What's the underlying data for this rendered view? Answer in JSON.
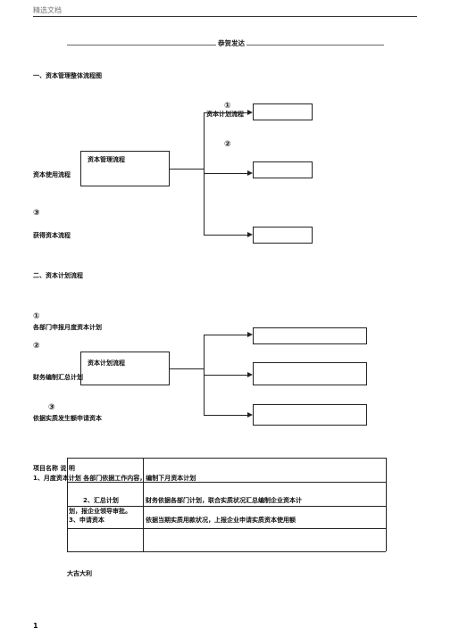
{
  "header": {
    "text": "精选文档"
  },
  "doc_title": "恭贺发达",
  "section1": {
    "heading": "一、资本管理整体流程图",
    "marker1": "①",
    "marker2": "②",
    "marker3": "③",
    "label_plan": "资本计划流程",
    "box_main": "资本管理流程",
    "label_use": "资本使用流程",
    "label_get": "获得资本流程"
  },
  "section2": {
    "heading": "二、资本计划流程",
    "marker1": "①",
    "step1": "各部门申报月度资本计划",
    "marker2": "②",
    "box_main": "资本计划流程",
    "step2": "财务编制汇总计划",
    "marker3": "③",
    "step3": "依据实质发生额申请资本"
  },
  "table": {
    "header": "项目名称 说 明",
    "row1": "1、月度资本计划  各部门依据工作内容，编制下月资本计划",
    "row2_name": "2、汇总计划",
    "row2_desc": "财务依据各部门计划，联合实质状况汇总编制企业资本计",
    "row2_cont": "划，报企业领导审批。",
    "row3_name": "3、申请资本",
    "row3_desc": "依据当期实质用款状况，上报企业申请实质资本使用额"
  },
  "closing": "大吉大利",
  "page_number": "1"
}
